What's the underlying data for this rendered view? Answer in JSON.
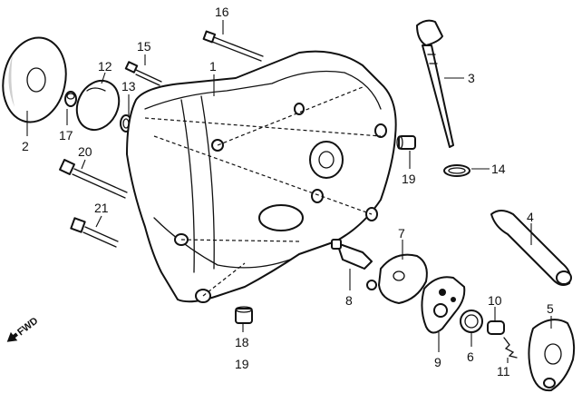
{
  "callouts": {
    "c1": "1",
    "c2": "2",
    "c3": "3",
    "c4": "4",
    "c5": "5",
    "c6": "6",
    "c7": "7",
    "c8": "8",
    "c9": "9",
    "c10": "10",
    "c11": "11",
    "c12": "12",
    "c13": "13",
    "c14": "14",
    "c15": "15",
    "c16": "16",
    "c17": "17",
    "c18": "18",
    "c19a": "19",
    "c19b": "19",
    "c20": "20",
    "c21": "21"
  },
  "direction": {
    "label": "FWD"
  }
}
